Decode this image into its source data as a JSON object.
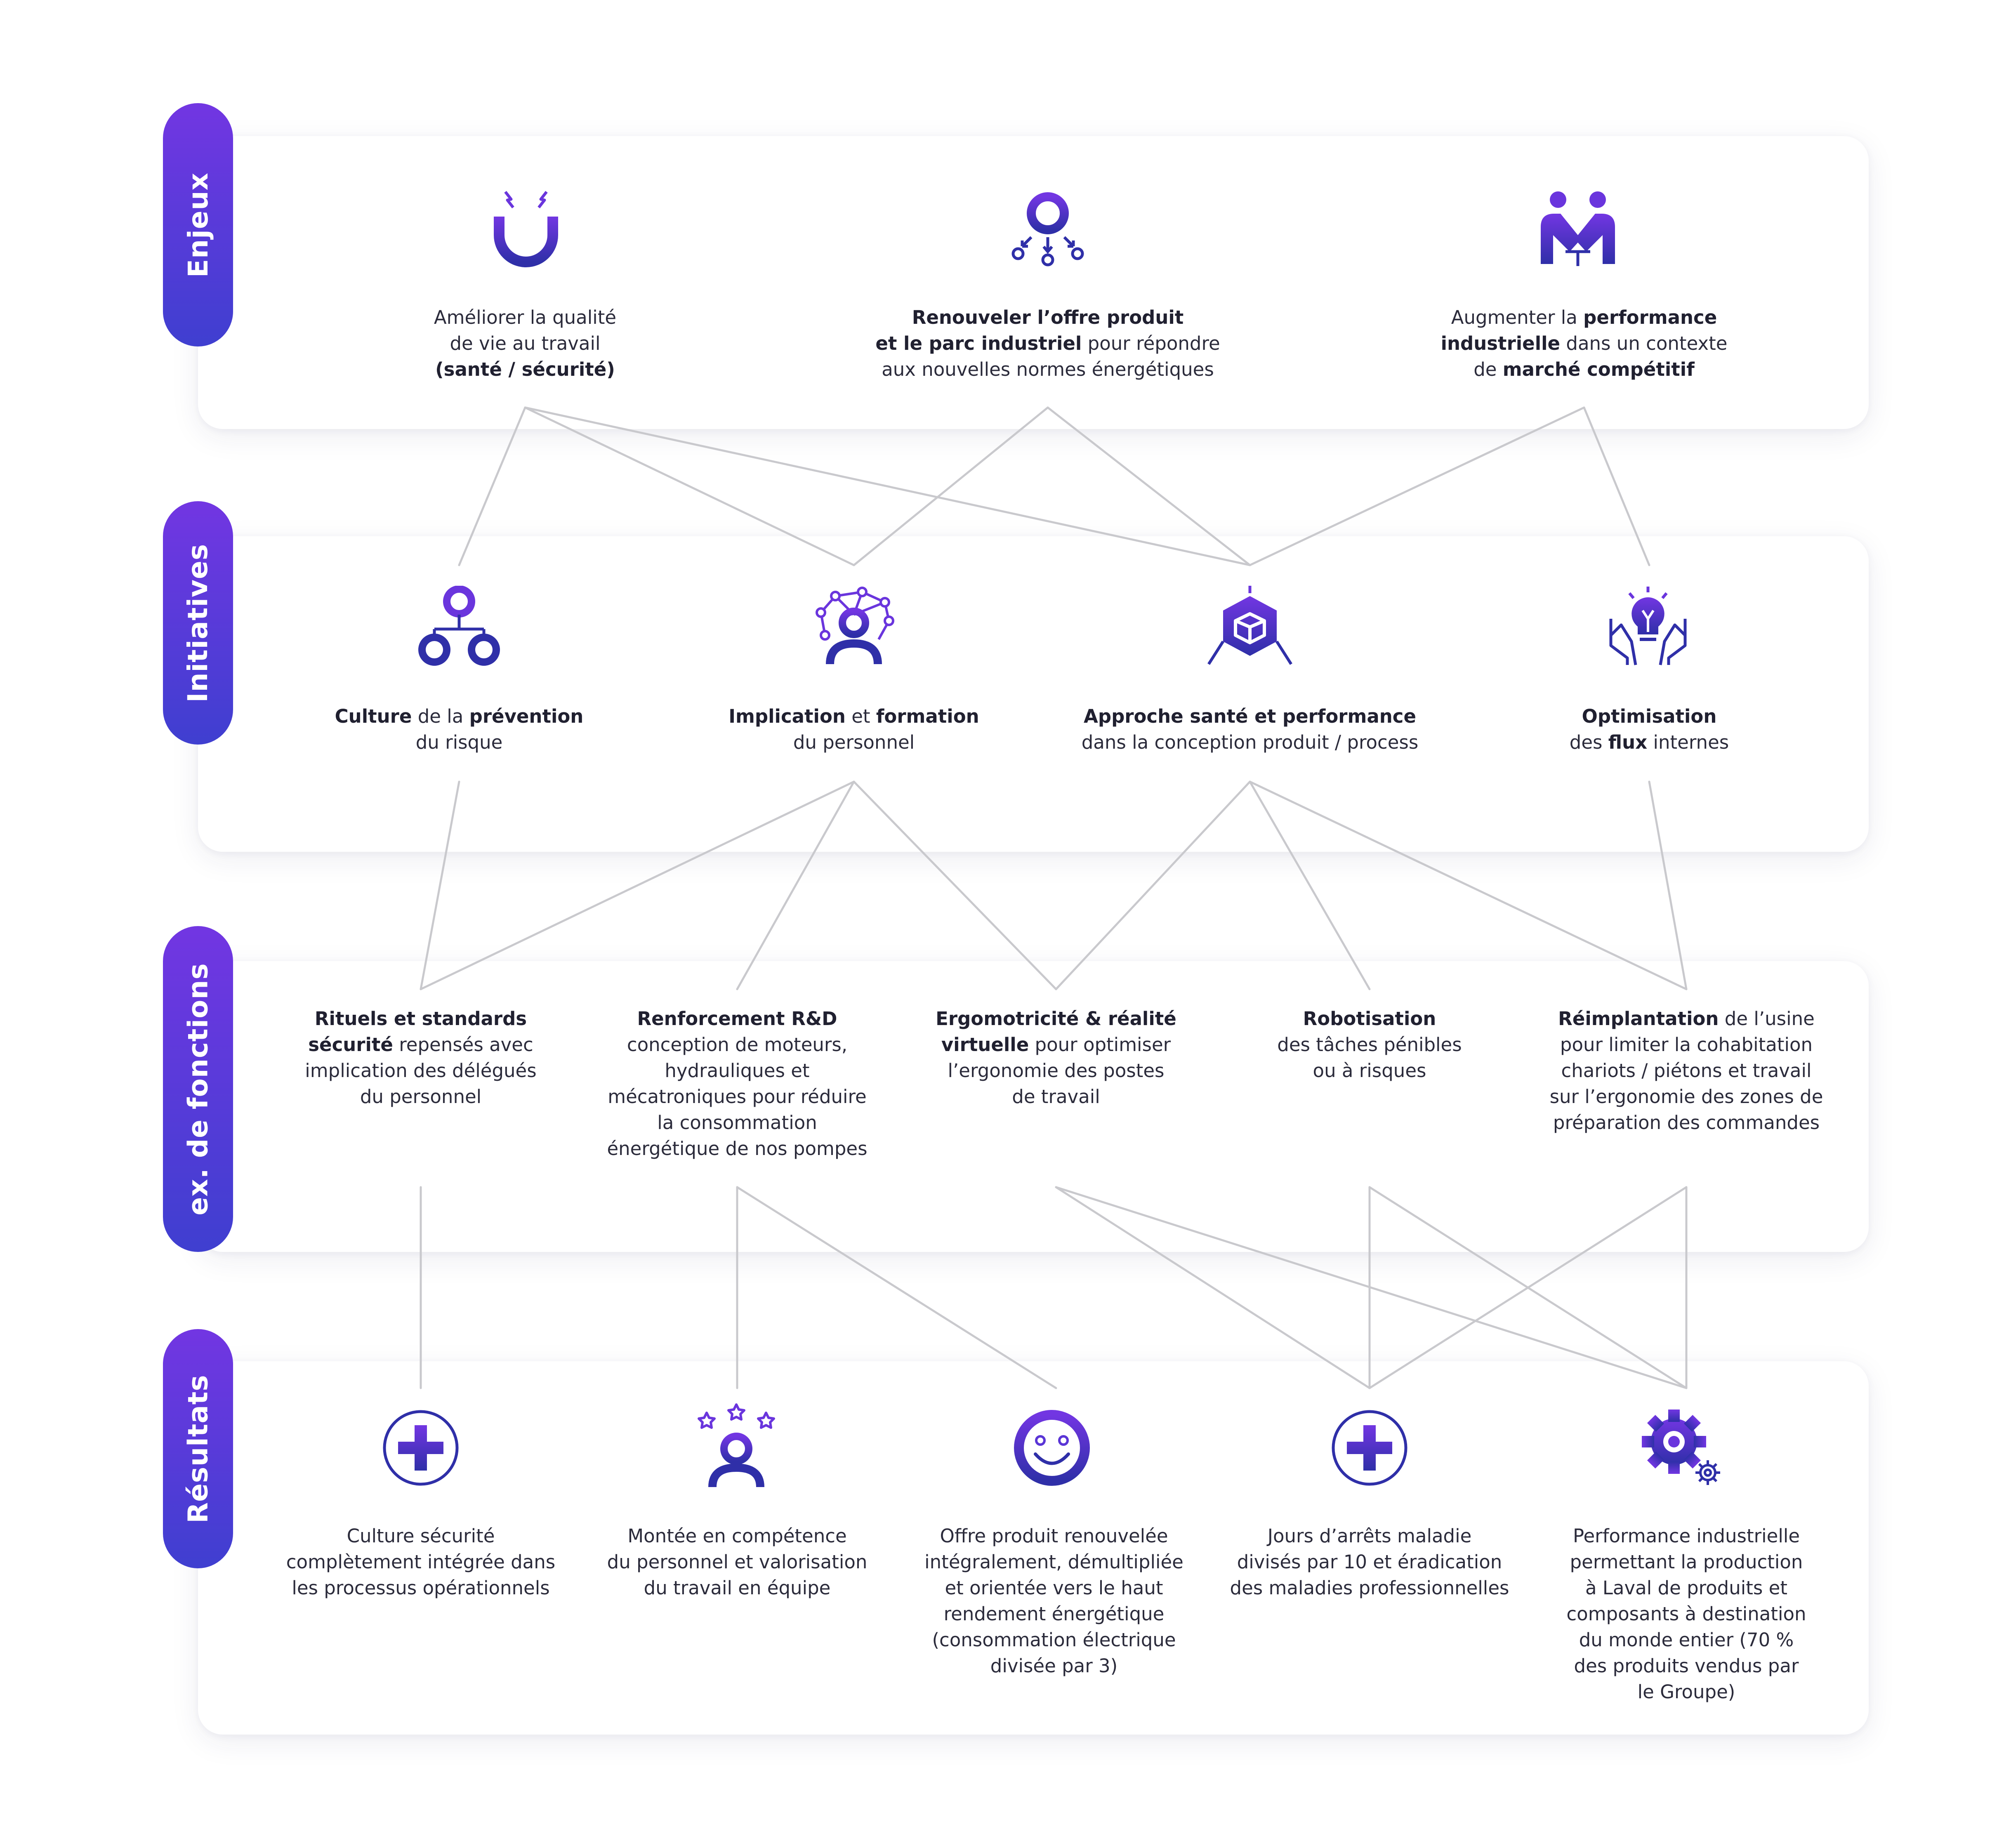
{
  "rows": [
    {
      "name": "Enjeux"
    },
    {
      "name": "Initiatives"
    },
    {
      "name": "ex. de fonctions"
    },
    {
      "name": "Résultats"
    }
  ],
  "enjeux": [
    {
      "icon": "magnet-icon",
      "lines": [
        [
          [
            "",
            "Améliorer la qualité"
          ]
        ],
        [
          [
            "",
            "de vie au travail"
          ]
        ],
        [
          [
            "b",
            "(santé / sécurité)"
          ]
        ]
      ]
    },
    {
      "icon": "distribution-circles-icon",
      "lines": [
        [
          [
            "b",
            "Renouveler l’offre produit"
          ]
        ],
        [
          [
            "b",
            "et le parc industriel"
          ],
          [
            "",
            " pour répondre"
          ]
        ],
        [
          [
            "",
            "aux nouvelles normes énergétiques"
          ]
        ]
      ]
    },
    {
      "icon": "handshake-people-icon",
      "lines": [
        [
          [
            "",
            "Augmenter la "
          ],
          [
            "b",
            "performance"
          ]
        ],
        [
          [
            "b",
            "industrielle"
          ],
          [
            "",
            " dans un contexte"
          ]
        ],
        [
          [
            "",
            "de "
          ],
          [
            "b",
            "marché compétitif"
          ]
        ]
      ]
    }
  ],
  "initiatives": [
    {
      "icon": "hierarchy-icon",
      "lines": [
        [
          [
            "b",
            "Culture"
          ],
          [
            "",
            " de la "
          ],
          [
            "b",
            "prévention"
          ]
        ],
        [
          [
            "",
            "du risque"
          ]
        ]
      ]
    },
    {
      "icon": "network-person-icon",
      "lines": [
        [
          [
            "b",
            "Implication"
          ],
          [
            "",
            " et "
          ],
          [
            "b",
            "formation"
          ]
        ],
        [
          [
            "",
            "du personnel"
          ]
        ]
      ]
    },
    {
      "icon": "cube-icon",
      "lines": [
        [
          [
            "b",
            "Approche santé et performance"
          ]
        ],
        [
          [
            "",
            "dans la conception produit / process"
          ]
        ]
      ]
    },
    {
      "icon": "lightbulb-hands-icon",
      "lines": [
        [
          [
            "b",
            "Optimisation"
          ]
        ],
        [
          [
            "",
            "des "
          ],
          [
            "b",
            "flux"
          ],
          [
            "",
            " internes"
          ]
        ]
      ]
    }
  ],
  "fonctions": [
    {
      "lines": [
        [
          [
            "b",
            "Rituels et standards"
          ]
        ],
        [
          [
            "b",
            "sécurité"
          ],
          [
            "",
            " repensés avec"
          ]
        ],
        [
          [
            "",
            "implication des délégués"
          ]
        ],
        [
          [
            "",
            "du personnel"
          ]
        ]
      ]
    },
    {
      "lines": [
        [
          [
            "b",
            "Renforcement R&D"
          ]
        ],
        [
          [
            "",
            "conception de moteurs,"
          ]
        ],
        [
          [
            "",
            "hydrauliques et"
          ]
        ],
        [
          [
            "",
            "mécatroniques pour réduire"
          ]
        ],
        [
          [
            "",
            "la consommation"
          ]
        ],
        [
          [
            "",
            "énergétique de nos pompes"
          ]
        ]
      ]
    },
    {
      "lines": [
        [
          [
            "b",
            "Ergomotricité & réalité"
          ]
        ],
        [
          [
            "b",
            "virtuelle"
          ],
          [
            "",
            " pour optimiser"
          ]
        ],
        [
          [
            "",
            "l’ergonomie des postes"
          ]
        ],
        [
          [
            "",
            "de travail"
          ]
        ]
      ]
    },
    {
      "lines": [
        [
          [
            "b",
            "Robotisation"
          ]
        ],
        [
          [
            "",
            "des tâches pénibles"
          ]
        ],
        [
          [
            "",
            "ou à risques"
          ]
        ]
      ]
    },
    {
      "lines": [
        [
          [
            "b",
            "Réimplantation"
          ],
          [
            "",
            " de l’usine"
          ]
        ],
        [
          [
            "",
            "pour limiter la cohabitation"
          ]
        ],
        [
          [
            "",
            "chariots / piétons et travail"
          ]
        ],
        [
          [
            "",
            "sur l’ergonomie des zones de"
          ]
        ],
        [
          [
            "",
            "préparation des commandes"
          ]
        ]
      ]
    }
  ],
  "resultats": [
    {
      "icon": "plus-circle-icon",
      "lines": [
        [
          [
            "",
            "Culture sécurité"
          ]
        ],
        [
          [
            "",
            "complètement intégrée dans"
          ]
        ],
        [
          [
            "",
            "les processus opérationnels"
          ]
        ]
      ]
    },
    {
      "icon": "person-stars-icon",
      "lines": [
        [
          [
            "",
            "Montée en compétence"
          ]
        ],
        [
          [
            "",
            "du personnel et valorisation"
          ]
        ],
        [
          [
            "",
            "du travail en équipe"
          ]
        ]
      ]
    },
    {
      "icon": "smiley-icon",
      "lines": [
        [
          [
            "",
            "Offre produit renouvelée"
          ]
        ],
        [
          [
            "",
            "intégralement, démultipliée"
          ]
        ],
        [
          [
            "",
            "et orientée vers le haut"
          ]
        ],
        [
          [
            "",
            "rendement énergétique"
          ]
        ],
        [
          [
            "",
            "(consommation électrique"
          ]
        ],
        [
          [
            "",
            "divisée par 3)"
          ]
        ]
      ]
    },
    {
      "icon": "plus-circle-icon",
      "lines": [
        [
          [
            "",
            "Jours d’arrêts maladie"
          ]
        ],
        [
          [
            "",
            "divisés par 10 et éradication"
          ]
        ],
        [
          [
            "",
            "des maladies professionnelles"
          ]
        ]
      ]
    },
    {
      "icon": "gears-icon",
      "lines": [
        [
          [
            "",
            "Performance industrielle"
          ]
        ],
        [
          [
            "",
            "permettant la production"
          ]
        ],
        [
          [
            "",
            "à Laval de produits et"
          ]
        ],
        [
          [
            "",
            "composants à destination"
          ]
        ],
        [
          [
            "",
            "du monde entier (70 %"
          ]
        ],
        [
          [
            "",
            "des produits vendus par"
          ]
        ],
        [
          [
            "",
            "le Groupe)"
          ]
        ]
      ]
    }
  ],
  "colors": {
    "accent": "#5a35d6",
    "accent_dark": "#2f2fa8",
    "line": "#c9c9cd",
    "text": "#2b2b3b"
  }
}
